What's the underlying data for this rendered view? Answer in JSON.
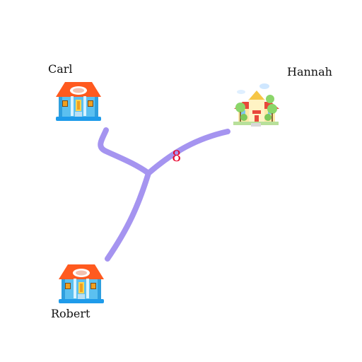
{
  "nodes": [
    {
      "id": "carl",
      "name": "Carl",
      "icon": "school-building-icon"
    },
    {
      "id": "hannah",
      "name": "Hannah",
      "icon": "school-with-trees-icon"
    },
    {
      "id": "robert",
      "name": "Robert",
      "icon": "school-building-icon"
    }
  ],
  "edge_weight": "8",
  "colors": {
    "path": "#a594f0",
    "weight": "#e8002a",
    "roof": "#ff5a1f",
    "wall": "#5bc0f0",
    "base": "#1e9bea"
  }
}
